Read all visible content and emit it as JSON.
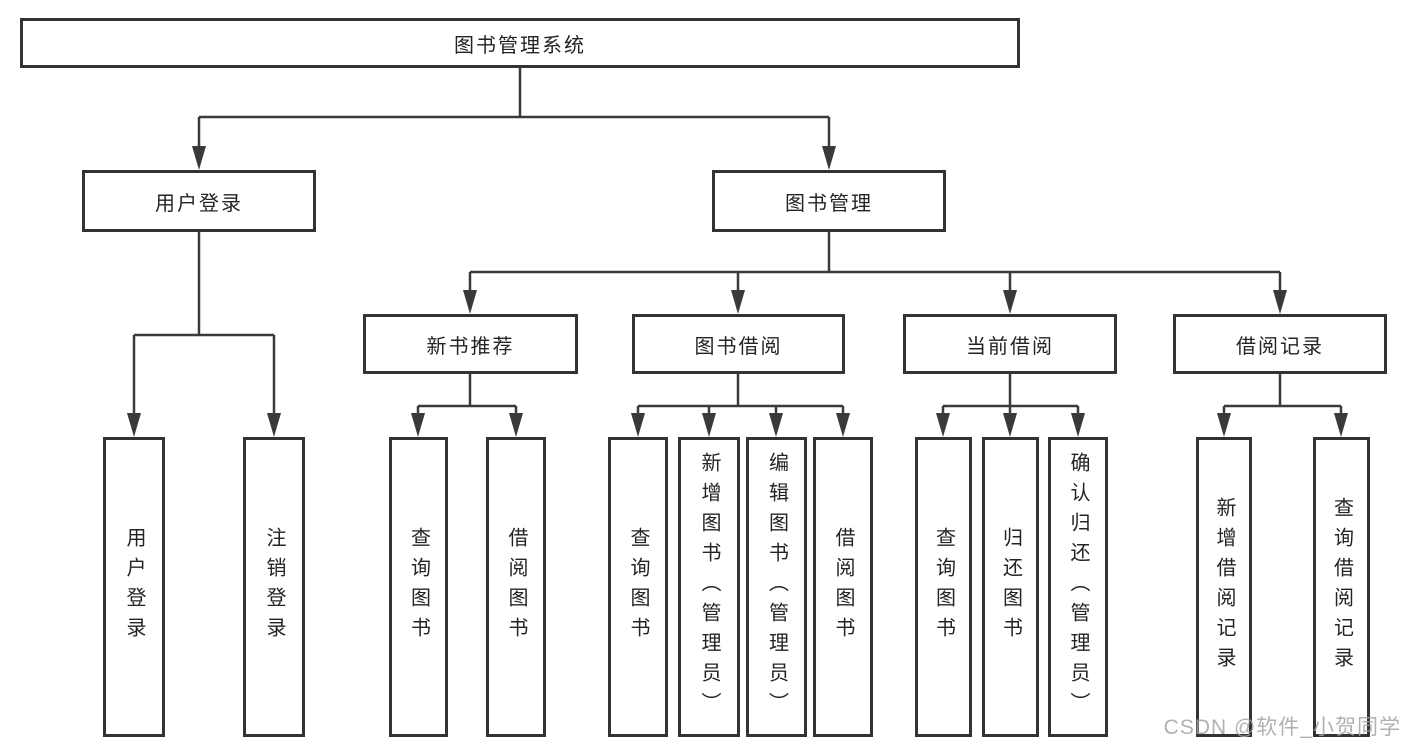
{
  "diagram_type": "hierarchy-flowchart",
  "tree": {
    "label": "图书管理系统",
    "children": [
      {
        "label": "用户登录",
        "children": [
          {
            "label": "用户登录"
          },
          {
            "label": "注销登录"
          }
        ]
      },
      {
        "label": "图书管理",
        "children": [
          {
            "label": "新书推荐",
            "children": [
              {
                "label": "查询图书"
              },
              {
                "label": "借阅图书"
              }
            ]
          },
          {
            "label": "图书借阅",
            "children": [
              {
                "label": "查询图书"
              },
              {
                "label": "新增图书（管理员）"
              },
              {
                "label": "编辑图书（管理员）"
              },
              {
                "label": "借阅图书"
              }
            ]
          },
          {
            "label": "当前借阅",
            "children": [
              {
                "label": "查询图书"
              },
              {
                "label": "归还图书"
              },
              {
                "label": "确认归还（管理员）"
              }
            ]
          },
          {
            "label": "借阅记录",
            "children": [
              {
                "label": "新增借阅记录"
              },
              {
                "label": "查询借阅记录"
              }
            ]
          }
        ]
      }
    ]
  },
  "watermark": {
    "text": "CSDN @软件_小贺同学"
  },
  "colors": {
    "line": "#3a3a3a",
    "box_border": "#333333",
    "text": "#242424",
    "watermark": "#a3a3a3",
    "background": "#ffffff"
  }
}
